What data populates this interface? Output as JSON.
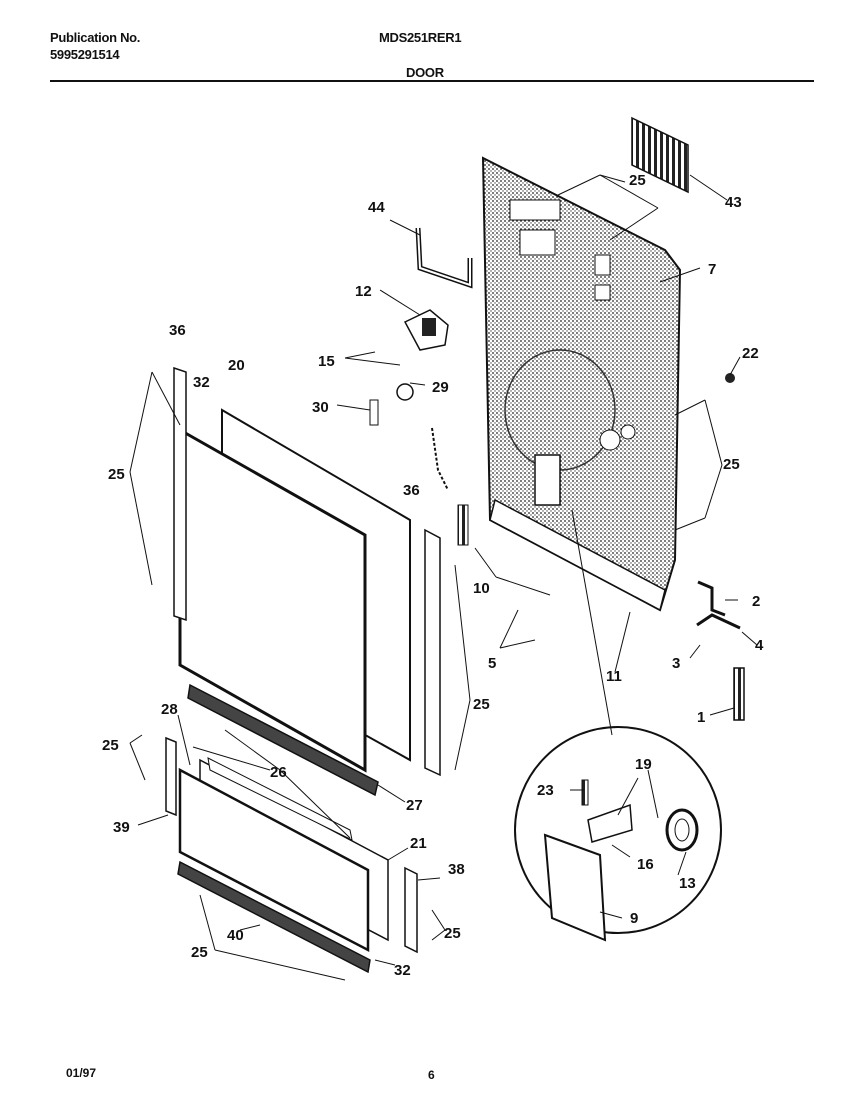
{
  "header": {
    "publication_label": "Publication No.",
    "publication_number": "5995291514",
    "model": "MDS251RER1",
    "section": "DOOR"
  },
  "footer": {
    "date": "01/97",
    "page": "6"
  },
  "callouts": {
    "c43": "43",
    "c44": "44",
    "c25a": "25",
    "c7": "7",
    "c12": "12",
    "c15": "15",
    "c22": "22",
    "c36a": "36",
    "c32a": "32",
    "c20": "20",
    "c29": "29",
    "c30": "30",
    "c25b": "25",
    "c25c": "25",
    "c36b": "36",
    "c10": "10",
    "c2": "2",
    "c4": "4",
    "c5": "5",
    "c3": "3",
    "c11": "11",
    "c1": "1",
    "c25d": "25",
    "c28": "28",
    "c25e": "25",
    "c26": "26",
    "c27": "27",
    "c39": "39",
    "c19": "19",
    "c23": "23",
    "c21": "21",
    "c16": "16",
    "c13": "13",
    "c38": "38",
    "c9": "9",
    "c40": "40",
    "c25f": "25",
    "c25g": "25",
    "c32b": "32"
  }
}
